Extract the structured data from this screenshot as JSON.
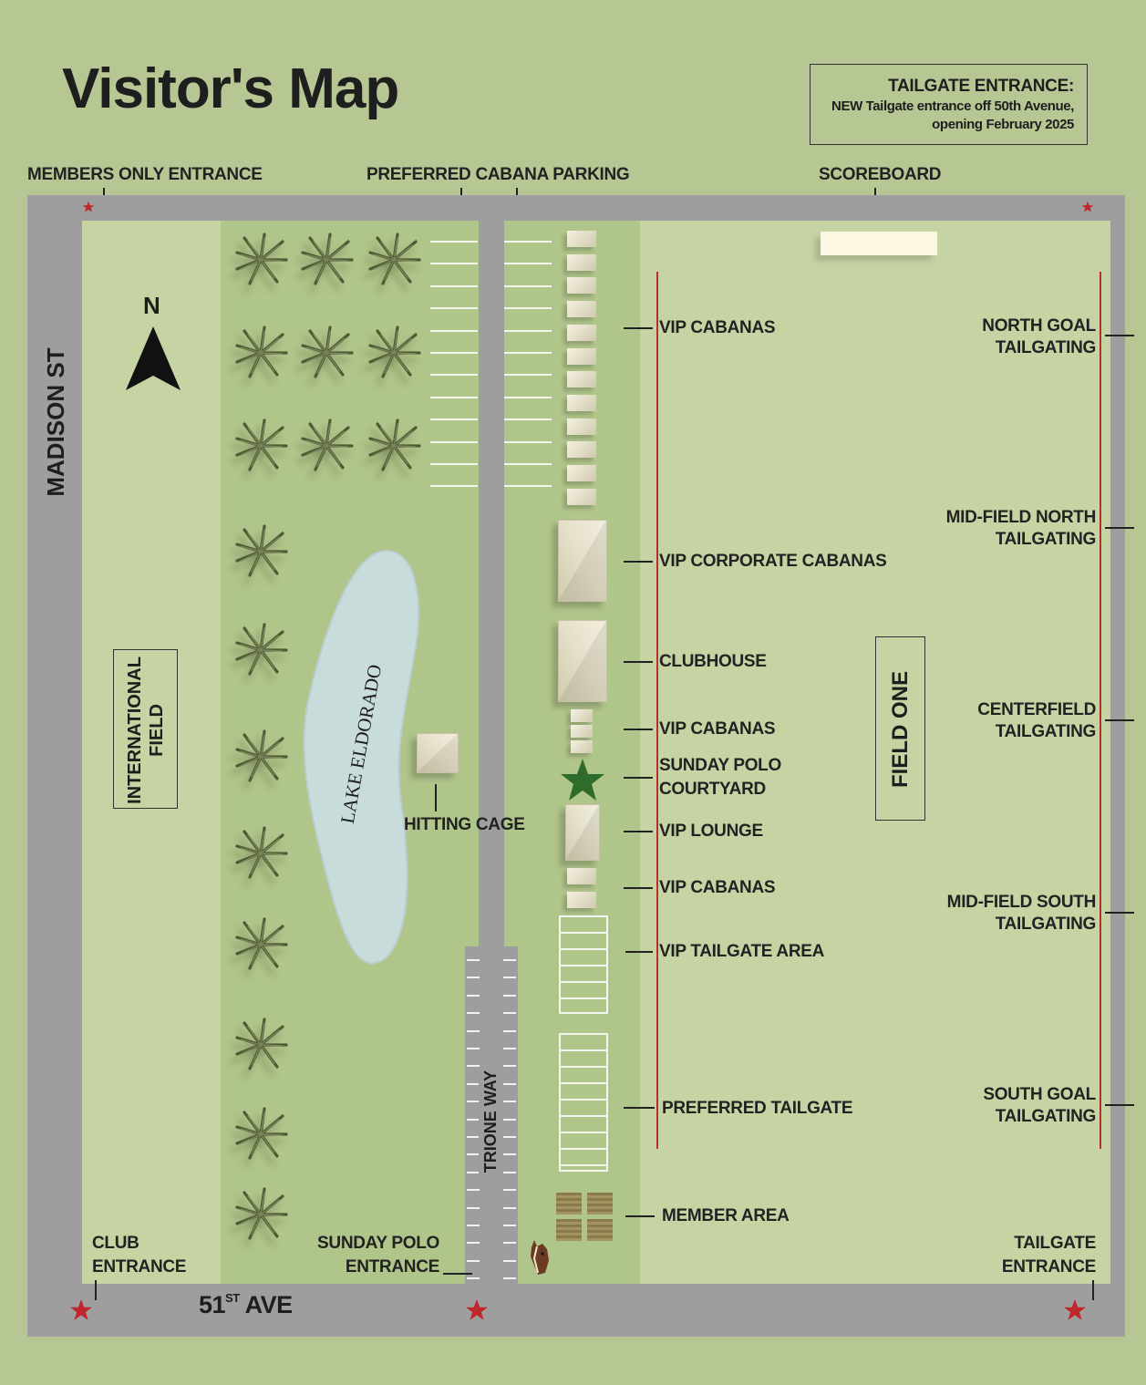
{
  "title": "Visitor's Map",
  "notice": {
    "heading": "TAILGATE ENTRANCE:",
    "line1": "NEW Tailgate entrance off 50th Avenue,",
    "line2": "opening February 2025"
  },
  "compass": {
    "label": "N"
  },
  "streets": {
    "madison": "MADISON ST",
    "avenue_main": "51",
    "avenue_sup": "ST",
    "avenue_suffix": " AVE",
    "trione": "TRIONE WAY"
  },
  "areas": {
    "international_field": [
      "INTERNATIONAL",
      "FIELD"
    ],
    "lake": "LAKE ELDORADO",
    "field_one": "FIELD ONE"
  },
  "top_labels": {
    "members_only": "MEMBERS ONLY ENTRANCE",
    "preferred_cabana": "PREFERRED CABANA PARKING",
    "scoreboard": "SCOREBOARD"
  },
  "venue_labels": {
    "vip_cabanas_1": "VIP CABANAS",
    "vip_corporate": "VIP CORPORATE CABANAS",
    "clubhouse": "CLUBHOUSE",
    "vip_cabanas_2": "VIP CABANAS",
    "courtyard_1": "SUNDAY POLO",
    "courtyard_2": "COURTYARD",
    "vip_lounge": "VIP LOUNGE",
    "vip_cabanas_3": "VIP CABANAS",
    "vip_tailgate": "VIP TAILGATE AREA",
    "preferred_tailgate": "PREFERRED TAILGATE",
    "member_area": "MEMBER AREA",
    "hitting_cage": "HITTING CAGE"
  },
  "tailgating_labels": {
    "north_goal": [
      "NORTH GOAL",
      "TAILGATING"
    ],
    "mid_north": [
      "MID-FIELD NORTH",
      "TAILGATING"
    ],
    "centerfield": [
      "CENTERFIELD",
      "TAILGATING"
    ],
    "mid_south": [
      "MID-FIELD SOUTH",
      "TAILGATING"
    ],
    "south_goal": [
      "SOUTH GOAL",
      "TAILGATING"
    ]
  },
  "entrances": {
    "club": [
      "CLUB",
      "ENTRANCE"
    ],
    "sunday_polo": [
      "SUNDAY POLO",
      "ENTRANCE"
    ],
    "tailgate": [
      "TAILGATE",
      "ENTRANCE"
    ]
  },
  "colors": {
    "background": "#b6c794",
    "road": "#9e9e9e",
    "field": "#c6d4a4",
    "lake": "#c9dcdc",
    "star_red": "#c0262b",
    "star_green": "#2f6b2a",
    "field_line": "#b5302c"
  },
  "icons": {
    "palm": "palm-tree-icon",
    "star": "entrance-star-icon",
    "courtyard": "courtyard-star-icon",
    "horse": "horse-head-icon",
    "north_arrow": "north-arrow-icon"
  }
}
